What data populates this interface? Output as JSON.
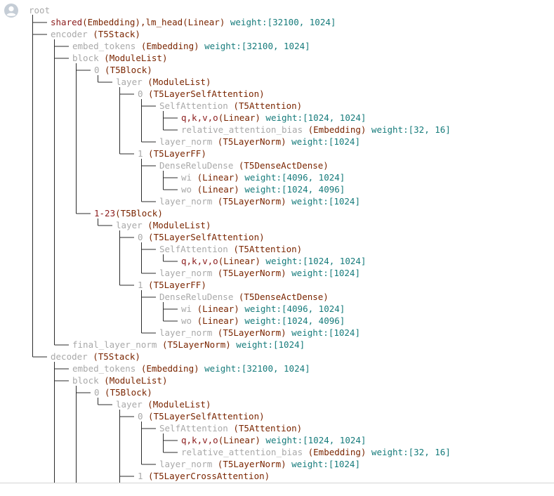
{
  "root": {
    "label": "root",
    "avatar_icon": "user-avatar-icon"
  },
  "colors": {
    "gray": "#a9a9a9",
    "red": "#8b1c1c",
    "type": "#7a2500",
    "shape": "#167b7b",
    "line": "#2b2b2b"
  },
  "tree": [
    {
      "depth": 1,
      "last": false,
      "name": "shared",
      "type": "(Embedding),lm_head(Linear)",
      "shape": "weight:[32100, 1024]",
      "color": "red",
      "tight": true
    },
    {
      "depth": 1,
      "last": false,
      "name": "encoder",
      "type": " (T5Stack)",
      "shape": "",
      "color": "gray"
    },
    {
      "depth": 2,
      "last": false,
      "name": "embed_tokens",
      "type": " (Embedding)",
      "shape": "weight:[32100, 1024]",
      "color": "gray"
    },
    {
      "depth": 2,
      "last": false,
      "name": "block",
      "type": " (ModuleList)",
      "shape": "",
      "color": "gray"
    },
    {
      "depth": 3,
      "last": false,
      "name": "0",
      "type": " (T5Block)",
      "shape": "",
      "color": "gray"
    },
    {
      "depth": 4,
      "last": true,
      "name": "layer",
      "type": " (ModuleList)",
      "shape": "",
      "color": "gray"
    },
    {
      "depth": 5,
      "last": false,
      "name": "0",
      "type": " (T5LayerSelfAttention)",
      "shape": "",
      "color": "gray"
    },
    {
      "depth": 6,
      "last": false,
      "name": "SelfAttention",
      "type": " (T5Attention)",
      "shape": "",
      "color": "gray"
    },
    {
      "depth": 7,
      "last": false,
      "name": "q,k,v,o",
      "type": "(Linear)",
      "shape": "weight:[1024, 1024]",
      "color": "red",
      "tight": true
    },
    {
      "depth": 7,
      "last": true,
      "name": "relative_attention_bias",
      "type": " (Embedding)",
      "shape": "weight:[32, 16]",
      "color": "gray"
    },
    {
      "depth": 6,
      "last": true,
      "name": "layer_norm",
      "type": " (T5LayerNorm)",
      "shape": "weight:[1024]",
      "color": "gray"
    },
    {
      "depth": 5,
      "last": true,
      "name": "1",
      "type": " (T5LayerFF)",
      "shape": "",
      "color": "gray"
    },
    {
      "depth": 6,
      "last": false,
      "name": "DenseReluDense",
      "type": " (T5DenseActDense)",
      "shape": "",
      "color": "gray"
    },
    {
      "depth": 7,
      "last": false,
      "name": "wi",
      "type": " (Linear)",
      "shape": "weight:[4096, 1024]",
      "color": "gray"
    },
    {
      "depth": 7,
      "last": true,
      "name": "wo",
      "type": " (Linear)",
      "shape": "weight:[1024, 4096]",
      "color": "gray"
    },
    {
      "depth": 6,
      "last": true,
      "name": "layer_norm",
      "type": " (T5LayerNorm)",
      "shape": "weight:[1024]",
      "color": "gray"
    },
    {
      "depth": 3,
      "last": true,
      "name": "1-23",
      "type": "(T5Block)",
      "shape": "",
      "color": "red",
      "tight": true
    },
    {
      "depth": 4,
      "last": true,
      "name": "layer",
      "type": " (ModuleList)",
      "shape": "",
      "color": "gray"
    },
    {
      "depth": 5,
      "last": false,
      "name": "0",
      "type": " (T5LayerSelfAttention)",
      "shape": "",
      "color": "gray"
    },
    {
      "depth": 6,
      "last": false,
      "name": "SelfAttention",
      "type": " (T5Attention)",
      "shape": "",
      "color": "gray"
    },
    {
      "depth": 7,
      "last": true,
      "name": "q,k,v,o",
      "type": "(Linear)",
      "shape": "weight:[1024, 1024]",
      "color": "red",
      "tight": true
    },
    {
      "depth": 6,
      "last": true,
      "name": "layer_norm",
      "type": " (T5LayerNorm)",
      "shape": "weight:[1024]",
      "color": "gray"
    },
    {
      "depth": 5,
      "last": true,
      "name": "1",
      "type": " (T5LayerFF)",
      "shape": "",
      "color": "gray"
    },
    {
      "depth": 6,
      "last": false,
      "name": "DenseReluDense",
      "type": " (T5DenseActDense)",
      "shape": "",
      "color": "gray"
    },
    {
      "depth": 7,
      "last": false,
      "name": "wi",
      "type": " (Linear)",
      "shape": "weight:[4096, 1024]",
      "color": "gray"
    },
    {
      "depth": 7,
      "last": true,
      "name": "wo",
      "type": " (Linear)",
      "shape": "weight:[1024, 4096]",
      "color": "gray"
    },
    {
      "depth": 6,
      "last": true,
      "name": "layer_norm",
      "type": " (T5LayerNorm)",
      "shape": "weight:[1024]",
      "color": "gray"
    },
    {
      "depth": 2,
      "last": true,
      "name": "final_layer_norm",
      "type": " (T5LayerNorm)",
      "shape": "weight:[1024]",
      "color": "gray"
    },
    {
      "depth": 1,
      "last": true,
      "name": "decoder",
      "type": " (T5Stack)",
      "shape": "",
      "color": "gray"
    },
    {
      "depth": 2,
      "last": false,
      "name": "embed_tokens",
      "type": " (Embedding)",
      "shape": "weight:[32100, 1024]",
      "color": "gray"
    },
    {
      "depth": 2,
      "last": false,
      "name": "block",
      "type": " (ModuleList)",
      "shape": "",
      "color": "gray"
    },
    {
      "depth": 3,
      "last": false,
      "name": "0",
      "type": " (T5Block)",
      "shape": "",
      "color": "gray"
    },
    {
      "depth": 4,
      "last": true,
      "name": "layer",
      "type": " (ModuleList)",
      "shape": "",
      "color": "gray"
    },
    {
      "depth": 5,
      "last": false,
      "name": "0",
      "type": " (T5LayerSelfAttention)",
      "shape": "",
      "color": "gray"
    },
    {
      "depth": 6,
      "last": false,
      "name": "SelfAttention",
      "type": " (T5Attention)",
      "shape": "",
      "color": "gray"
    },
    {
      "depth": 7,
      "last": false,
      "name": "q,k,v,o",
      "type": "(Linear)",
      "shape": "weight:[1024, 1024]",
      "color": "red",
      "tight": true
    },
    {
      "depth": 7,
      "last": true,
      "name": "relative_attention_bias",
      "type": " (Embedding)",
      "shape": "weight:[32, 16]",
      "color": "gray"
    },
    {
      "depth": 6,
      "last": true,
      "name": "layer_norm",
      "type": " (T5LayerNorm)",
      "shape": "weight:[1024]",
      "color": "gray"
    },
    {
      "depth": 5,
      "last": false,
      "name": "1",
      "type": " (T5LayerCrossAttention)",
      "shape": "",
      "color": "gray"
    }
  ]
}
